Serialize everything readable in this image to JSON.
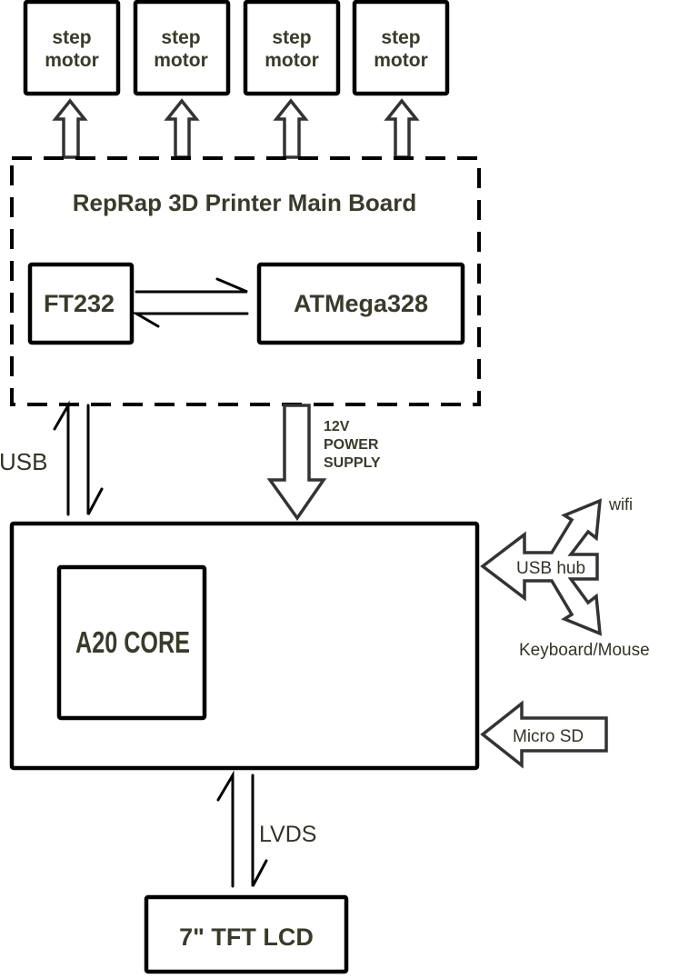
{
  "diagram": {
    "motors": [
      {
        "line1": "step",
        "line2": "motor"
      },
      {
        "line1": "step",
        "line2": "motor"
      },
      {
        "line1": "step",
        "line2": "motor"
      },
      {
        "line1": "step",
        "line2": "motor"
      }
    ],
    "main_board": {
      "title": "RepRap 3D Printer Main Board",
      "chip_left": "FT232",
      "chip_right": "ATMega328"
    },
    "links": {
      "usb": "USB",
      "power_line1": "12V",
      "power_line2": "POWER",
      "power_line3": "SUPPLY",
      "lvds": "LVDS"
    },
    "core": {
      "label": "A20 CORE"
    },
    "peripherals": {
      "usb_hub": "USB hub",
      "wifi": "wifi",
      "keyboard_mouse": "Keyboard/Mouse",
      "micro_sd": "Micro SD"
    },
    "display": {
      "label": "7\" TFT LCD"
    }
  }
}
